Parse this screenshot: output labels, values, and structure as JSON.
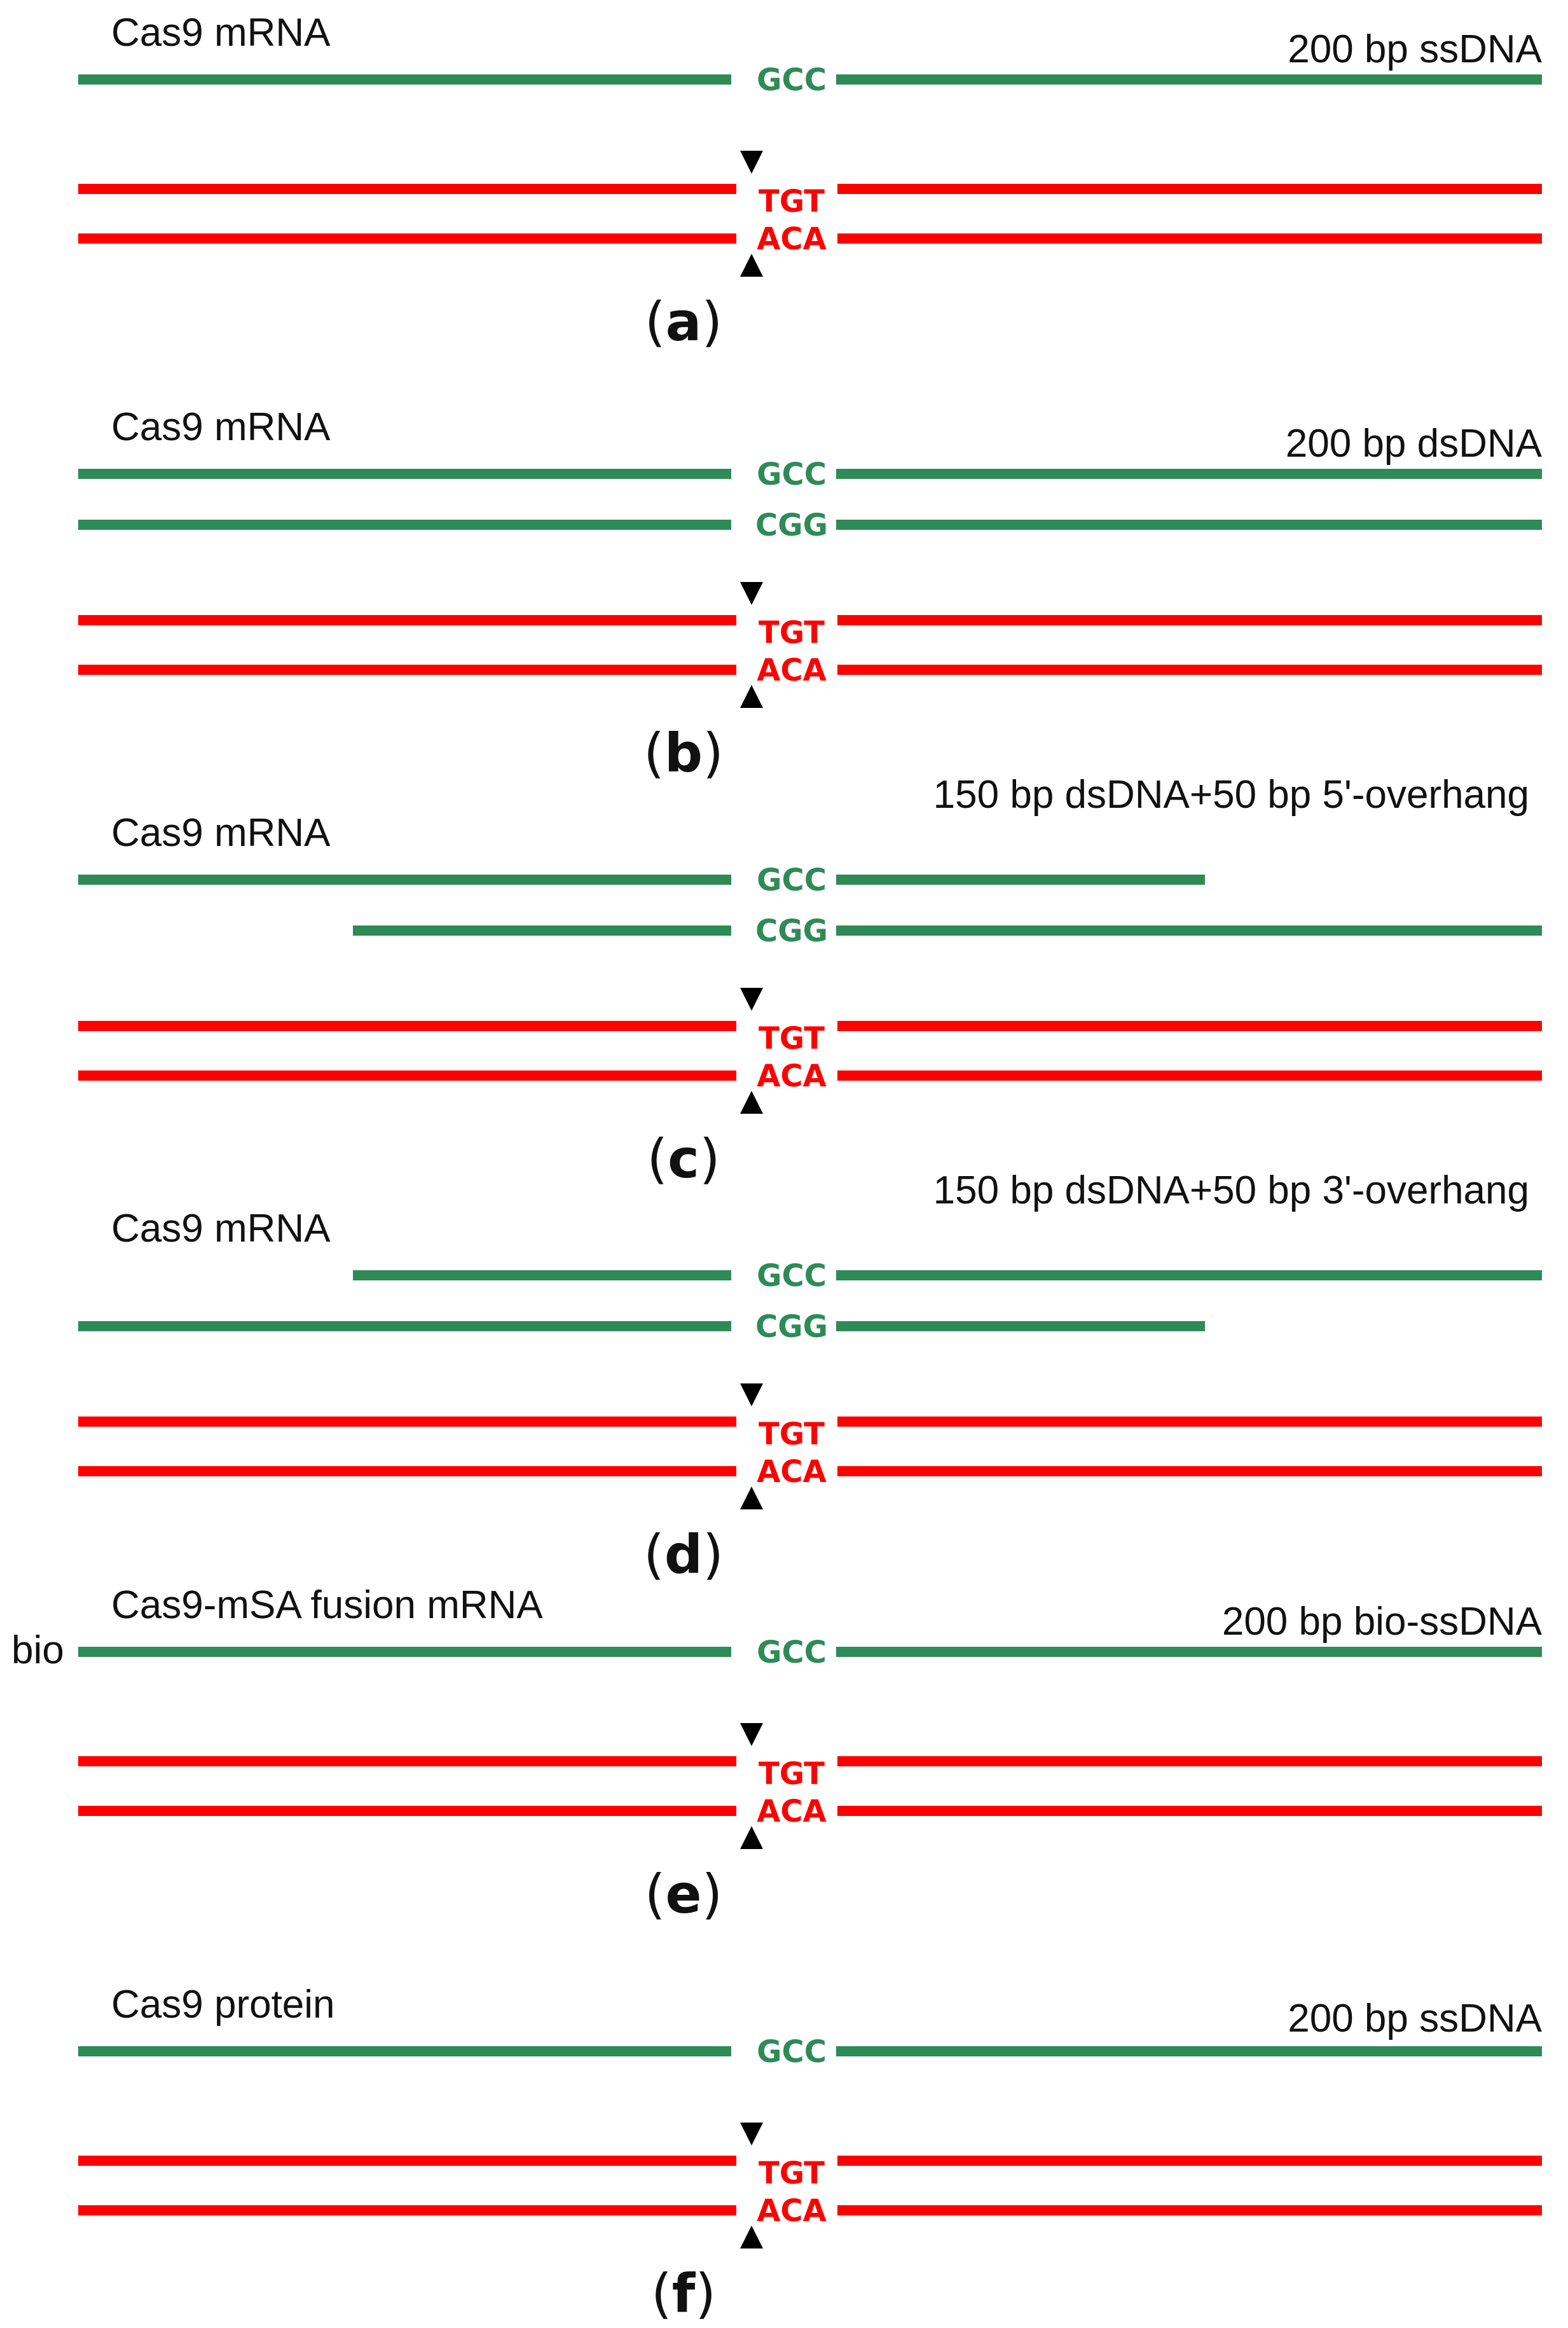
{
  "colors": {
    "donor": "#2e8b57",
    "target": "#ff0000",
    "text": "#111111",
    "arrow": "#000000"
  },
  "target": {
    "top": "TGT",
    "bottom": "ACA"
  },
  "panels": [
    {
      "label": "(a)",
      "letter": "a",
      "nuclease": "Cas9 mRNA",
      "donor_label": "200 bp ssDNA",
      "bio_label": "",
      "donor": {
        "top": "GCC",
        "bottom": ""
      }
    },
    {
      "label": "(b)",
      "letter": "b",
      "nuclease": "Cas9 mRNA",
      "donor_label": "200 bp dsDNA",
      "bio_label": "",
      "donor": {
        "top": "GCC",
        "bottom": "CGG"
      }
    },
    {
      "label": "(c)",
      "letter": "c",
      "nuclease": "Cas9 mRNA",
      "donor_label": "150 bp dsDNA+50 bp 5'-overhang",
      "bio_label": "",
      "donor": {
        "top": "GCC",
        "bottom": "CGG"
      }
    },
    {
      "label": "(d)",
      "letter": "d",
      "nuclease": "Cas9 mRNA",
      "donor_label": "150 bp dsDNA+50 bp 3'-overhang",
      "bio_label": "",
      "donor": {
        "top": "GCC",
        "bottom": "CGG"
      }
    },
    {
      "label": "(e)",
      "letter": "e",
      "nuclease": "Cas9-mSA fusion mRNA",
      "donor_label": "200 bp bio-ssDNA",
      "bio_label": "bio",
      "donor": {
        "top": "GCC",
        "bottom": ""
      }
    },
    {
      "label": "(f)",
      "letter": "f",
      "nuclease": "Cas9 protein",
      "donor_label": "200 bp ssDNA",
      "bio_label": "",
      "donor": {
        "top": "GCC",
        "bottom": ""
      }
    }
  ]
}
